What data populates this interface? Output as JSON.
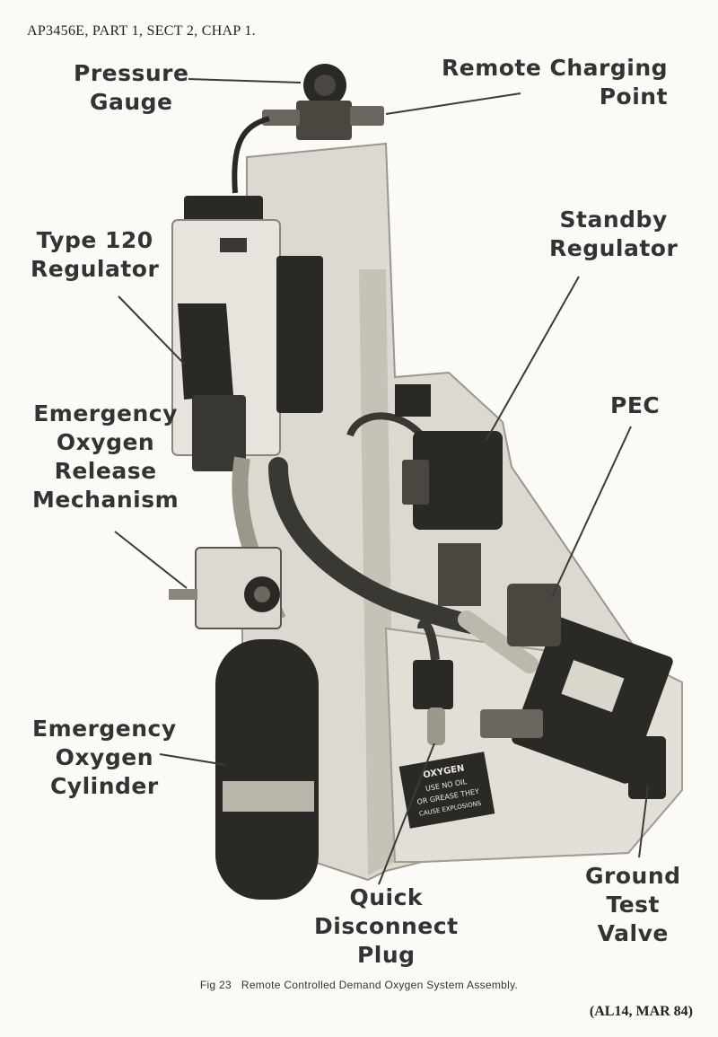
{
  "header": {
    "reference": "AP3456E, PART 1, SECT 2, CHAP 1."
  },
  "figure": {
    "labels": {
      "pressure_gauge": [
        "Pressure",
        "Gauge"
      ],
      "remote_charging_point": [
        "Remote Charging",
        "Point"
      ],
      "type_120_regulator": [
        "Type 120",
        "Regulator"
      ],
      "standby_regulator": [
        "Standby",
        "Regulator"
      ],
      "emergency_oxygen_release": [
        "Emergency",
        "Oxygen",
        "Release",
        "Mechanism"
      ],
      "pec": [
        "PEC"
      ],
      "emergency_oxygen_cylinder": [
        "Emergency",
        "Oxygen",
        "Cylinder"
      ],
      "quick_disconnect_plug": [
        "Quick",
        "Disconnect",
        "Plug"
      ],
      "ground_test_valve": [
        "Ground",
        "Test",
        "Valve"
      ]
    },
    "placard": [
      "OXYGEN",
      "USE NO OIL",
      "OR GREASE THEY",
      "CAUSE EXPLOSIONS"
    ],
    "colors": {
      "metal": "#dcd9d0",
      "metal_dark": "#b9b5aa",
      "dark": "#2b2926",
      "hose": "#3a3833",
      "line": "#3a3a3a"
    }
  },
  "caption": "Fig 23   Remote Controlled Demand Oxygen System Assembly.",
  "amendment": "(AL14, MAR 84)"
}
